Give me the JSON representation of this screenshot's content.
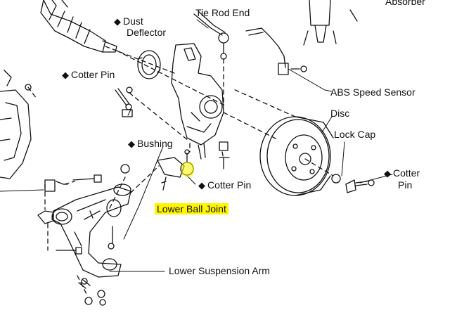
{
  "labels": {
    "absorber": "Absorber",
    "dust_deflector_line1": "Dust",
    "dust_deflector_line2": "Deflector",
    "tie_rod_end": "Tie Rod End",
    "cotter_pin_top": "Cotter Pin",
    "abs_speed_sensor": "ABS Speed Sensor",
    "disc": "Disc",
    "lock_cap": "Lock Cap",
    "bushing": "Bushing",
    "cotter_pin_mid": "Cotter Pin",
    "cotter_pin_right_line1": "Cotter",
    "cotter_pin_right_line2": "Pin",
    "lower_ball_joint": "Lower Ball Joint",
    "lower_suspension_arm": "Lower Suspension Arm"
  },
  "marker_symbol": "◆",
  "colors": {
    "highlight": "#fff500",
    "ink": "#111111"
  }
}
